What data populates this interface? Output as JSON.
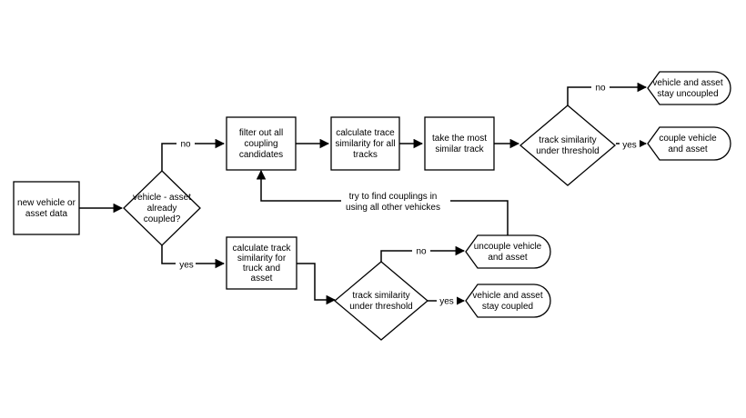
{
  "nodes": {
    "start": [
      "new vehicle or",
      "asset data"
    ],
    "already_coupled": [
      "vehicle - asset",
      "already",
      "coupled?"
    ],
    "filter": [
      "filter out all",
      "coupling",
      "candidates"
    ],
    "calc_all": [
      "calculate trace",
      "similarity for all",
      "tracks"
    ],
    "take_most": [
      "take the most",
      "similar track"
    ],
    "threshold_top": [
      "track similarity",
      "under threshold"
    ],
    "stay_uncoupled": [
      "vehicle and asset",
      "stay uncoupled"
    ],
    "couple": [
      "couple vehicle",
      "and asset"
    ],
    "calc_truck": [
      "calculate track",
      "similarity for",
      "truck and",
      "asset"
    ],
    "threshold_bottom": [
      "track similarity",
      "under threshold"
    ],
    "uncouple": [
      "uncouple vehicle",
      "and asset"
    ],
    "stay_coupled": [
      "vehicle and asset",
      "stay coupled"
    ]
  },
  "edges": {
    "no_top": "no",
    "yes_bottom": "yes",
    "no_uncoupled": "no",
    "yes_couple": "yes",
    "no_uncouple": "no",
    "yes_stay": "yes",
    "retry": [
      "try to find couplings in",
      "using all other vehickes"
    ]
  }
}
